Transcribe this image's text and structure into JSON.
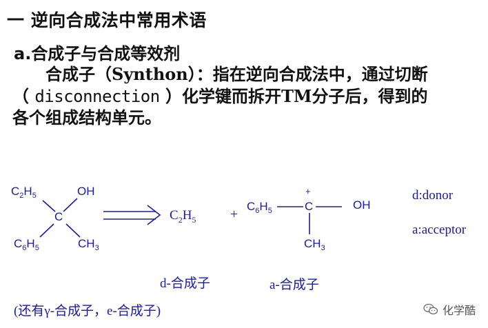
{
  "heading": "一 逆向合成法中常用术语",
  "subheading": "a.合成子与合成等效剂",
  "paragraph": {
    "part1": "合成子（",
    "synthon": "Synthon",
    "part2": "）：指在逆向合成法中，通过切断",
    "part3": "（ ",
    "disconnection": "disconnection",
    "part4": " ）化学键而拆开",
    "tm": "TM",
    "part5": "分子后，得到的",
    "part6": "各个组成结构单元。"
  },
  "molecule1": {
    "topleft_main": "C",
    "topleft_H": "H",
    "topleft_sub2": "2",
    "topleft_sub5": "5",
    "oh": "OH",
    "center": "C",
    "botleft_main": "C",
    "botleft_sub6": "6",
    "botleft_H": "H",
    "botleft_sub5": "5",
    "methyl": "CH",
    "methyl_sub": "3"
  },
  "fragment_d": {
    "main": "C",
    "sub2": "2",
    "H": "H",
    "sub5": "5"
  },
  "plus": "+",
  "fragment_a": {
    "charge": "+",
    "ph_main": "C",
    "ph_sub6": "6",
    "ph_H": "H",
    "ph_sub5": "5",
    "center": "C",
    "oh": "OH",
    "methyl": "CH",
    "methyl_sub": "3"
  },
  "legend": {
    "donor": "d:donor",
    "acceptor": "a:acceptor"
  },
  "label_d": "d-合成子",
  "label_a": "a-合成子",
  "footnote": "(还有γ-合成子，e-合成子)",
  "watermark": "化学酷"
}
